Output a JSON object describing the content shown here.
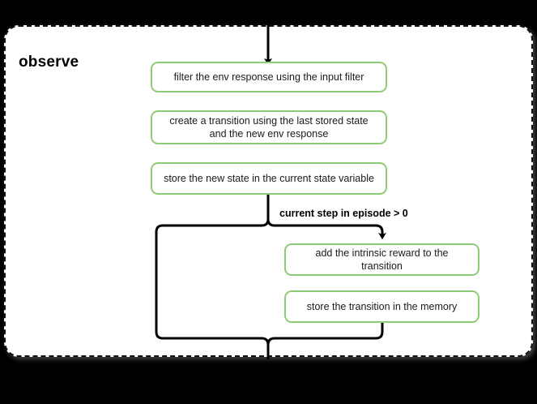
{
  "diagram": {
    "title": "observe",
    "background_color": "#000000",
    "group": {
      "label": "observe",
      "border_style": "dashed",
      "border_color": "#111111",
      "fill_color": "#ffffff"
    },
    "node_color": "#8FCB74",
    "edge_color": "#000000",
    "nodes": [
      {
        "id": "n1",
        "label": "filter the env response using the input filter"
      },
      {
        "id": "n2",
        "label": "create a transition using the last stored state and the new env response"
      },
      {
        "id": "n3",
        "label": "store the new state in the current state variable"
      },
      {
        "id": "n4",
        "label": "add the intrinsic reward to the transition"
      },
      {
        "id": "n5",
        "label": "store the transition in the memory"
      }
    ],
    "edges": [
      {
        "from": "entry",
        "to": "n1",
        "label": ""
      },
      {
        "from": "n3",
        "to": "n4",
        "label": "current step in episode > 0"
      },
      {
        "from": "n5",
        "to": "exit",
        "label": ""
      }
    ],
    "edge_labels": [
      "current step in episode > 0"
    ]
  }
}
